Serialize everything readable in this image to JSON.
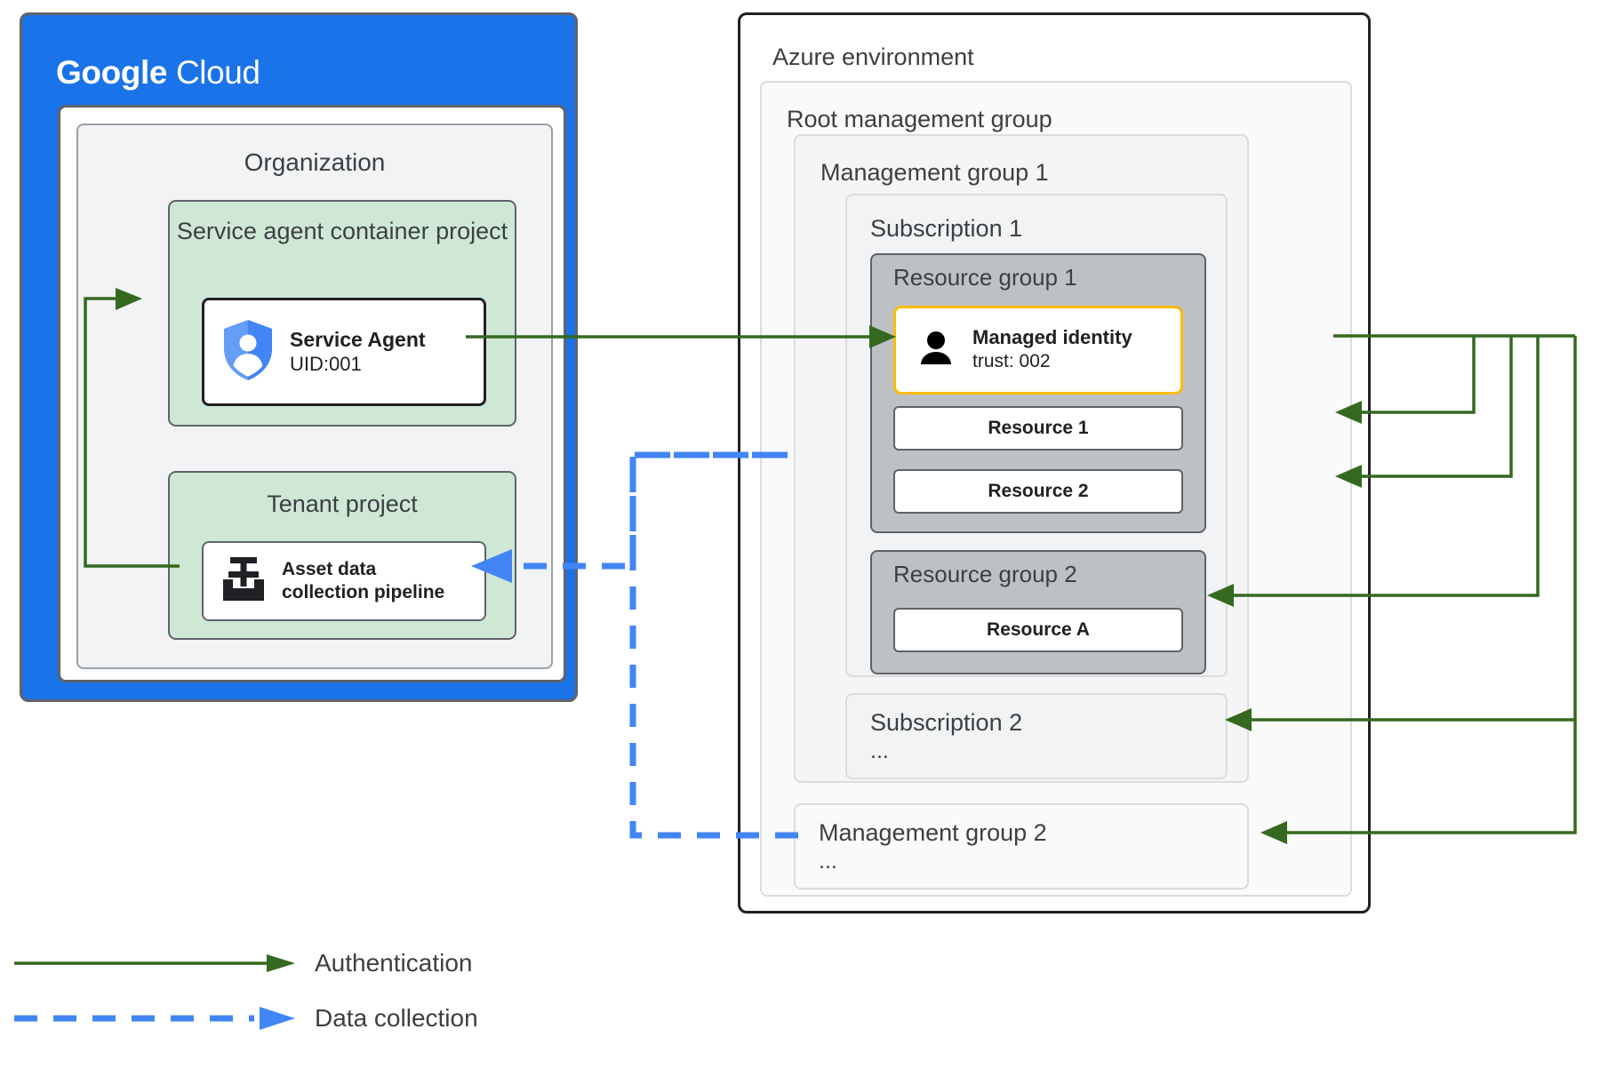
{
  "gcp": {
    "logo_bold": "Google",
    "logo_light": "Cloud",
    "brand_color": "#1a73e8",
    "organization": {
      "title": "Organization"
    },
    "service_agent_container_project": {
      "title": "Service agent container project",
      "fill": "#cfe8d6",
      "card": {
        "icon": "shield-person-icon",
        "title": "Service Agent",
        "subtitle": "UID:001"
      }
    },
    "tenant_project": {
      "title": "Tenant  project",
      "fill": "#cfe8d6",
      "card": {
        "icon": "pipeline-valve-icon",
        "line1": "Asset data",
        "line2": "collection pipeline"
      }
    }
  },
  "azure": {
    "title": "Azure environment",
    "root_management_group": {
      "title": "Root management group"
    },
    "management_group_1": {
      "title": "Management group 1"
    },
    "subscription_1": {
      "title": "Subscription 1"
    },
    "resource_group_1": {
      "title": "Resource group 1",
      "fill": "#bdc1c6",
      "managed_identity": {
        "icon": "person-icon",
        "title": "Managed identity",
        "subtitle": "trust: 002",
        "border_color": "#fbbc04"
      },
      "resources": [
        "Resource 1",
        "Resource 2"
      ]
    },
    "resource_group_2": {
      "title": "Resource group 2",
      "fill": "#bdc1c6",
      "resources": [
        "Resource A"
      ]
    },
    "subscription_2": {
      "title": "Subscription 2",
      "detail": "..."
    },
    "management_group_2": {
      "title": "Management group 2",
      "detail": "..."
    }
  },
  "legend": {
    "items": [
      {
        "label": "Authentication",
        "style": "solid",
        "color": "#34691f"
      },
      {
        "label": "Data collection",
        "style": "dashed",
        "color": "#4285f4"
      }
    ]
  }
}
